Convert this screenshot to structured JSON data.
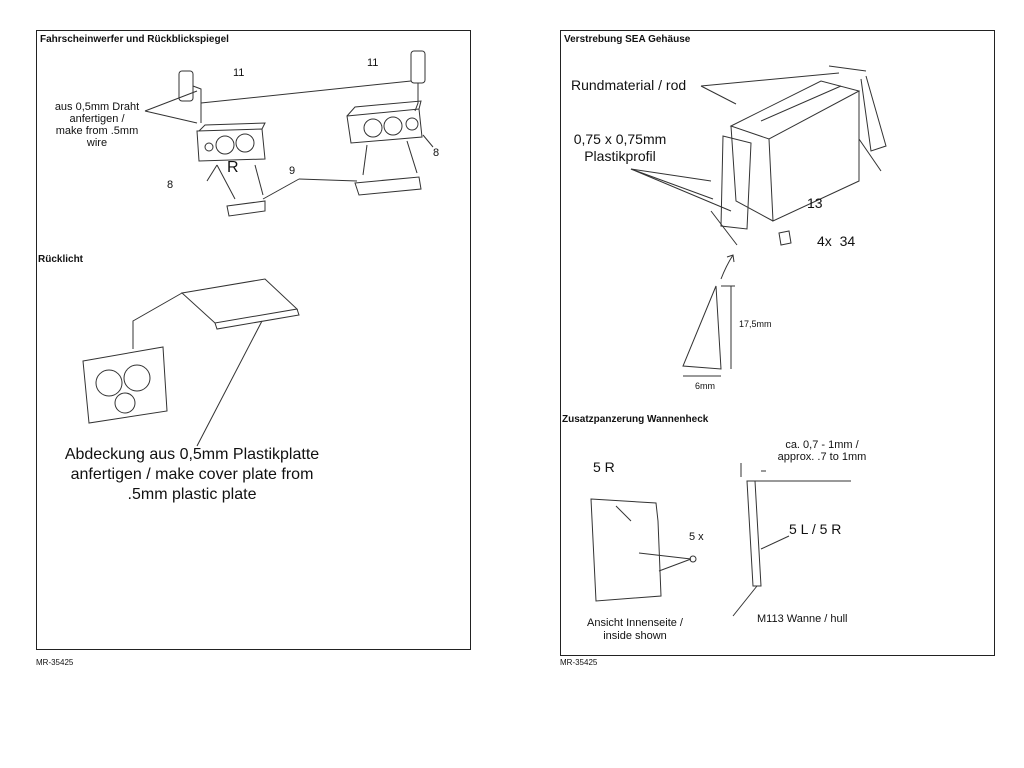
{
  "left_page": {
    "sections": {
      "headlights": {
        "title": "Fahrscheinwerfer und Rückblickspiegel",
        "wire_note": [
          "aus 0,5mm Draht",
          "anfertigen /",
          "make from .5mm",
          "wire"
        ],
        "callouts": {
          "mirror_left": "11",
          "mirror_right": "11",
          "side_marker": "R",
          "housing_left": "8",
          "housing_right": "8",
          "guard": "9"
        }
      },
      "taillight": {
        "title": "Rücklicht",
        "cover_note": [
          "Abdeckung aus 0,5mm Plastikplatte",
          "anfertigen / make cover plate from",
          ".5mm plastic plate"
        ]
      }
    },
    "footer": "MR-35425"
  },
  "right_page": {
    "sections": {
      "bracing": {
        "title": "Verstrebung SEA Gehäuse",
        "rod_label": "Rundmaterial / rod",
        "profile_label": [
          "0,75 x 0,75mm",
          "Plastikprofil"
        ],
        "box_callout": "13",
        "part_callout": "4x  34",
        "dim_height": "17,5mm",
        "dim_width": "6mm"
      },
      "armor": {
        "title": "Zusatzpanzerung Wannenheck",
        "plate_label": "5 R",
        "bolts_label": "5 x",
        "thickness_note": [
          "ca. 0,7 - 1mm /",
          "approx. .7 to 1mm"
        ],
        "side_label": "5 L / 5 R",
        "inside_note": [
          "Ansicht Innenseite /",
          "inside shown"
        ],
        "hull_label": "M113 Wanne / hull"
      }
    },
    "footer": "MR-35425"
  }
}
